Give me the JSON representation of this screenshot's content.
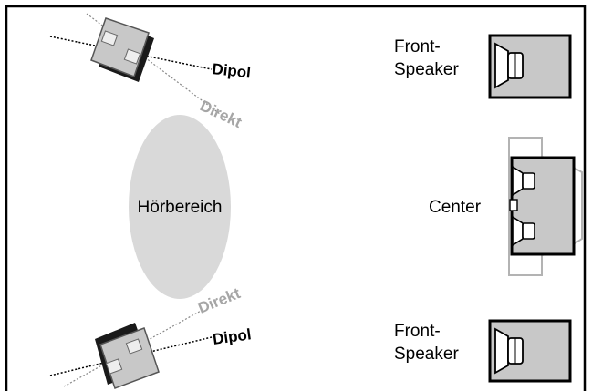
{
  "diagram": {
    "listening_area": {
      "label": "Hörbereich",
      "color": "#d9d9d9"
    },
    "front_top": {
      "label_line1": "Front-",
      "label_line2": "Speaker"
    },
    "front_bottom": {
      "label_line1": "Front-",
      "label_line2": "Speaker"
    },
    "center": {
      "label": "Center"
    },
    "surround_top": {
      "dipol_label": "Dipol",
      "direkt_label": "Direkt"
    },
    "surround_bottom": {
      "dipol_label": "Dipol",
      "direkt_label": "Direkt"
    },
    "colors": {
      "speaker_fill": "#c8c8c8",
      "speaker_stroke": "#000000",
      "direkt_text": "#a6a6a6",
      "dipol_text": "#000000",
      "outline_grey": "#b3b3b3"
    }
  }
}
